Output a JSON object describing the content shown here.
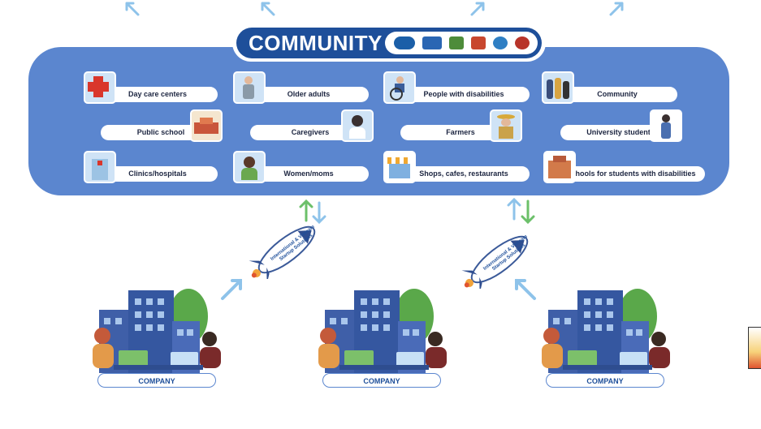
{
  "header": {
    "title": "COMMUNITY"
  },
  "logos": [
    "#1b5fa8",
    "#2a66b3",
    "#4e8c3a",
    "#c8472e",
    "#2f7fc4",
    "#b8342a"
  ],
  "groups": [
    {
      "label": "Day care centers"
    },
    {
      "label": "Older adults"
    },
    {
      "label": "People with disabilities"
    },
    {
      "label": "Community"
    },
    {
      "label": "Public school"
    },
    {
      "label": "Caregivers"
    },
    {
      "label": "Farmers"
    },
    {
      "label": "University students"
    },
    {
      "label": "Clinics/hospitals"
    },
    {
      "label": "Women/moms"
    },
    {
      "label": "Shops, cafes, restaurants"
    },
    {
      "label": "Schools for students with disabilities"
    }
  ],
  "rockets": [
    {
      "text": "International & Vietnam Startup Solutions"
    },
    {
      "text": "International & Vietnam Startup Solutions"
    }
  ],
  "companies": [
    {
      "label": "COMPANY"
    },
    {
      "label": "COMPANY"
    },
    {
      "label": "COMPANY"
    }
  ],
  "colors": {
    "band": "#5b86cf",
    "title_bg": "#1e4f9a",
    "arrow_blue": "#8ec3ea",
    "arrow_green": "#6cc06a"
  }
}
